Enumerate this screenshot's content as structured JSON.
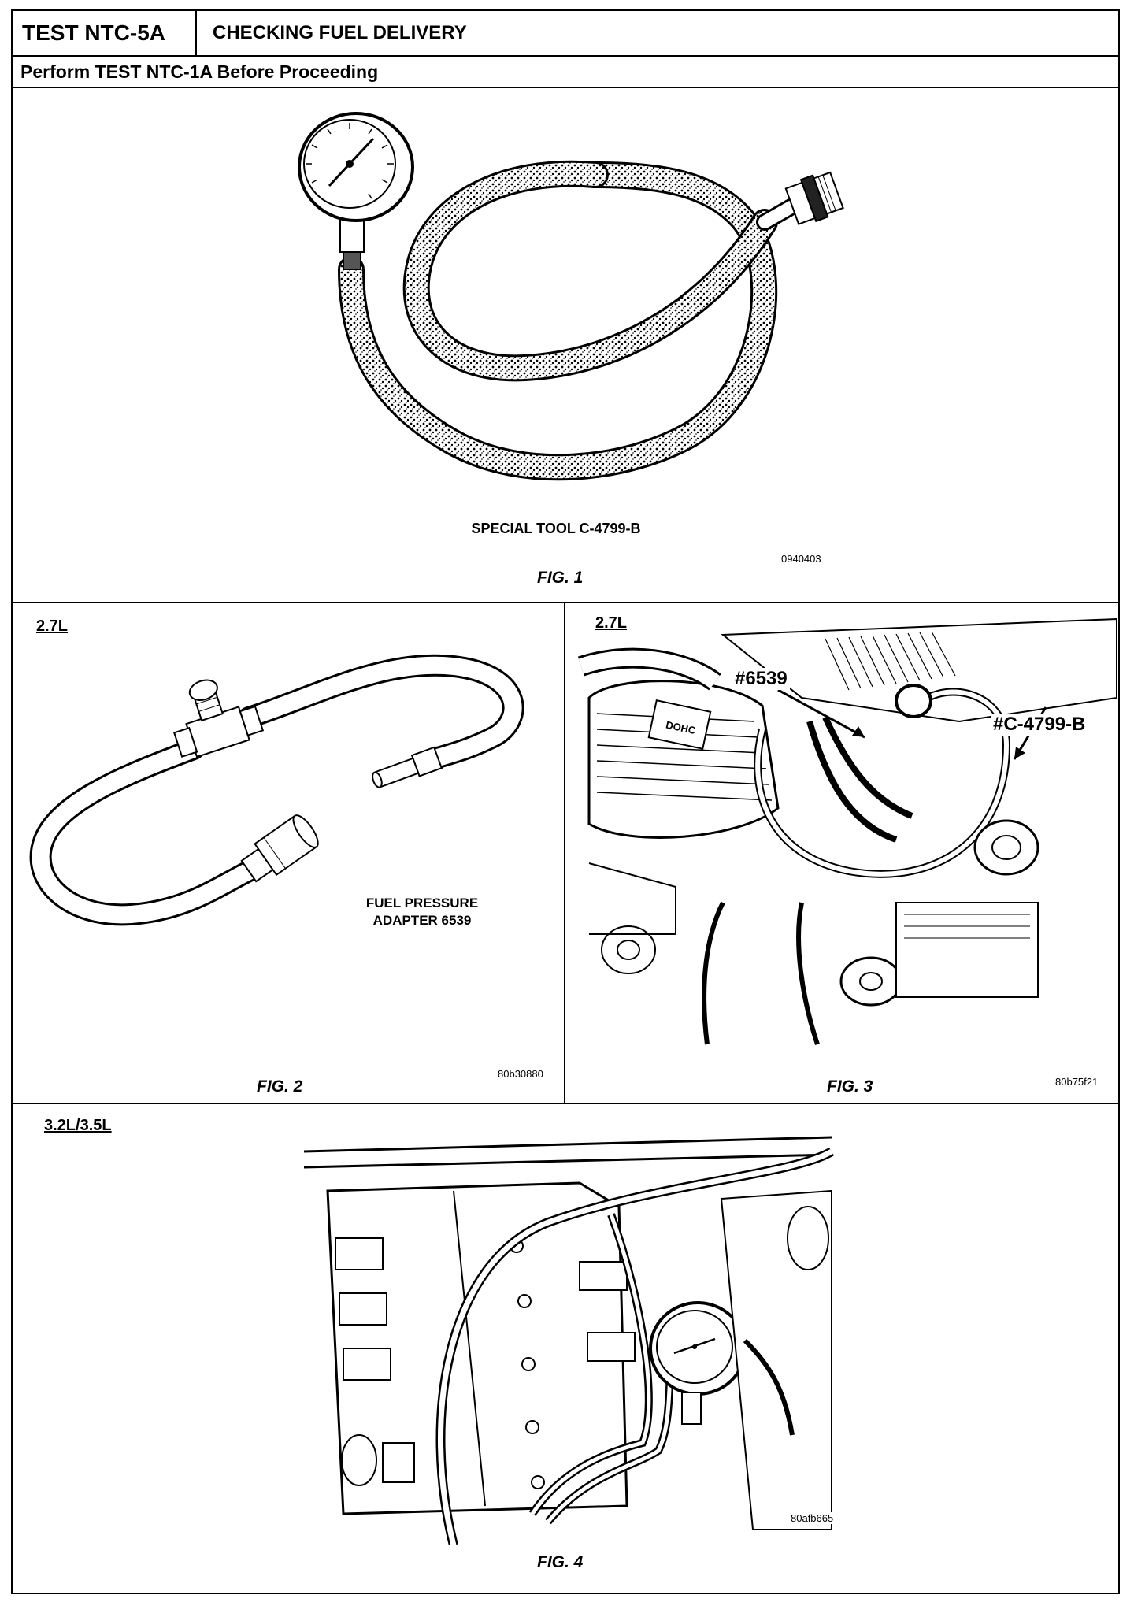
{
  "header": {
    "test_id": "TEST NTC-5A",
    "title": "CHECKING FUEL DELIVERY",
    "prerequisite": "Perform TEST NTC-1A Before Proceeding"
  },
  "fig1": {
    "caption": "SPECIAL TOOL C-4799-B",
    "code": "0940403",
    "label": "FIG. 1"
  },
  "fig2": {
    "engine": "2.7L",
    "caption_line1": "FUEL PRESSURE",
    "caption_line2": "ADAPTER 6539",
    "code": "80b30880",
    "label": "FIG. 2"
  },
  "fig3": {
    "engine": "2.7L",
    "callout_adapter": "#6539",
    "callout_gauge": "#C-4799-B",
    "badge": "DOHC",
    "code": "80b75f21",
    "label": "FIG. 3"
  },
  "fig4": {
    "engine": "3.2L/3.5L",
    "code": "80afb665",
    "label": "FIG. 4"
  }
}
